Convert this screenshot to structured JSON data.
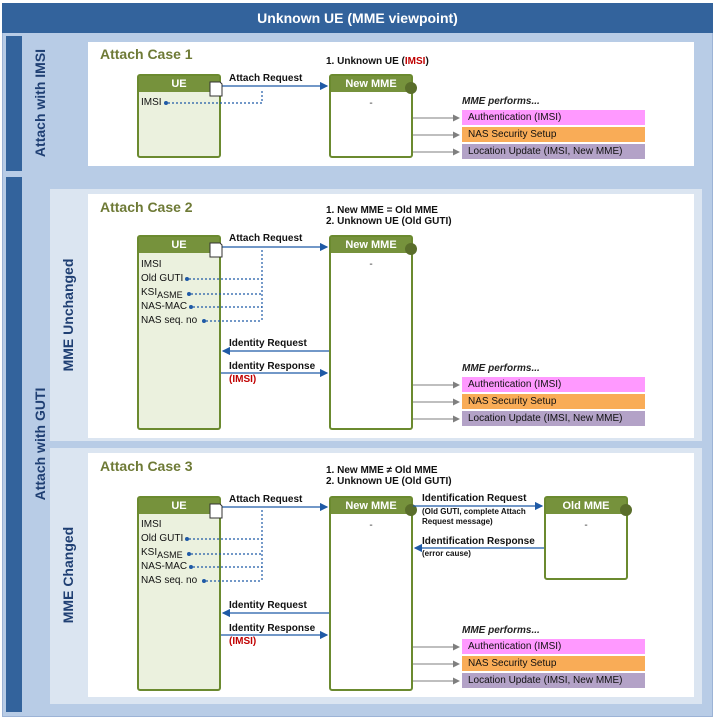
{
  "title": "Unknown UE (MME viewpoint)",
  "sections": {
    "imsi": "Attach with IMSI",
    "guti": "Attach with GUTI",
    "unchanged": "MME Unchanged",
    "changed": "MME Changed"
  },
  "case1": {
    "title": "Attach Case 1",
    "note_num": "1. Unknown UE (",
    "note_red": "IMSI",
    "note_end": ")",
    "ue": "UE",
    "ue_fields": [
      "IMSI"
    ],
    "mme": "New MME",
    "mme_dash": "-",
    "msg1": "Attach Request",
    "performs": "MME performs...",
    "procs": [
      "Authentication (IMSI)",
      "NAS Security Setup",
      "Location Update (IMSI, New MME)"
    ]
  },
  "case2": {
    "title": "Attach Case 2",
    "note1": "1. New MME = Old MME",
    "note2": "2. Unknown UE (Old GUTI)",
    "ue": "UE",
    "ue_fields": [
      "IMSI",
      "Old GUTI",
      "KSI",
      "NAS-MAC",
      "NAS seq. no"
    ],
    "ksi_sub": "ASME",
    "mme": "New MME",
    "mme_dash": "-",
    "msg1": "Attach Request",
    "msg2": "Identity Request",
    "msg3": "Identity Response",
    "msg3_red": "(IMSI)",
    "performs": "MME performs...",
    "procs": [
      "Authentication (IMSI)",
      "NAS Security Setup",
      "Location Update (IMSI, New MME)"
    ]
  },
  "case3": {
    "title": "Attach Case 3",
    "note1": "1. New MME ≠ Old MME",
    "note2": "2. Unknown UE (Old GUTI)",
    "ue": "UE",
    "ue_fields": [
      "IMSI",
      "Old GUTI",
      "KSI",
      "NAS-MAC",
      "NAS seq. no"
    ],
    "ksi_sub": "ASME",
    "mme": "New MME",
    "mme_dash": "-",
    "old_mme": "Old MME",
    "old_mme_dash": "-",
    "msg1": "Attach Request",
    "id_req": "Identification Request",
    "id_req_sub1": "(Old GUTI, complete Attach",
    "id_req_sub2": "Request message)",
    "id_resp": "Identification Response",
    "id_resp_sub": "(error cause)",
    "msg2": "Identity Request",
    "msg3": "Identity Response",
    "msg3_red": "(IMSI)",
    "performs": "MME performs...",
    "procs": [
      "Authentication (IMSI)",
      "NAS Security Setup",
      "Location Update (IMSI, New MME)"
    ]
  },
  "colors": {
    "header_blue": "#33639c",
    "node_green": "#76923c",
    "auth_pink": "#ff99ff",
    "nas_orange": "#f9ac57",
    "loc_purple": "#b3a2c7"
  }
}
